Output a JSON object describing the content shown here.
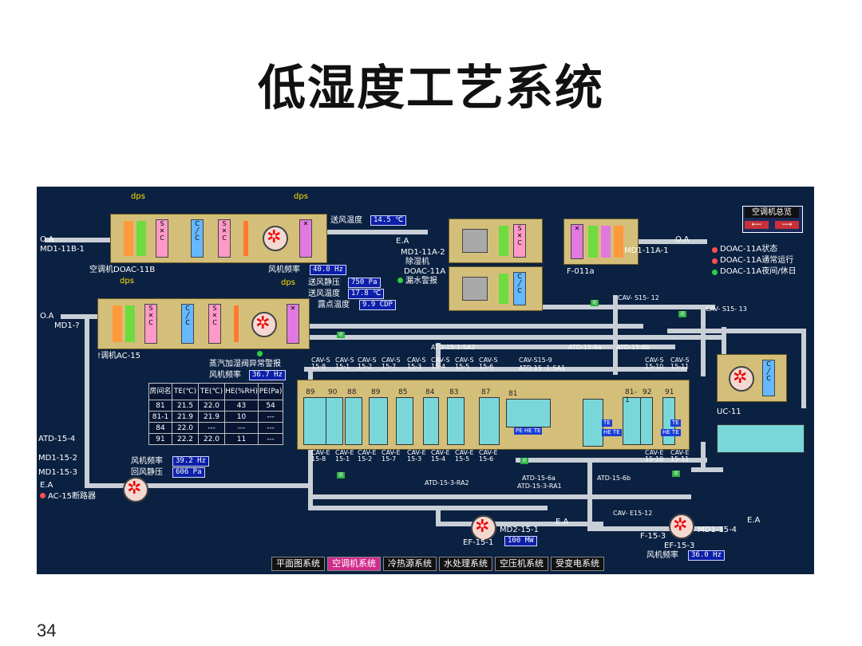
{
  "slide": {
    "title": "低湿度工艺系统",
    "page_number": "34"
  },
  "overview": {
    "title": "空调机总览",
    "left_arrow": "⟵",
    "right_arrow": "⟶"
  },
  "legend": {
    "status": "DOAC-11A状态",
    "normal": "DOAC-11A通常运行",
    "night": "DOAC-11A夜间/休日"
  },
  "labels": {
    "dps1": "dps",
    "dps2": "dps",
    "dps3": "dps",
    "dps4": "dps",
    "oa1": "O.A",
    "md_11b_1": "MD1-11B-1",
    "oa2": "O.A",
    "md_left2": "MD1-?",
    "doac11b": "空调机DOAC-11B",
    "ac15": "!调机AC-15",
    "supply_temp_lbl": "送风温度",
    "fan_freq_lbl": "风机频率",
    "supply_static_lbl": "送风静压",
    "supply_temp2_lbl": "送风温度",
    "dew_lbl": "露点温度",
    "steam_alarm": "蒸汽加湿阀异常警报",
    "fan_freq2_lbl": "风机频率",
    "ea1": "E.A",
    "md11a2": "MD1-11A-2",
    "dehum": "除湿机",
    "doac11a": "DOAC-11A",
    "leak": "漏水警报",
    "md11a1": "MD1-11A-1",
    "oa3": "O.A",
    "f011a": "F-011a",
    "atd15_1_sa2": "ATD-15-1-SA2",
    "atd15_6a": "ATD-15-6a",
    "atd15_6b": "ATD-15-6b",
    "cav_s15_9": "CAV-S15-9",
    "atd15_1_sa1": "ATD-15 -1-SA1",
    "cav_s15_12": "CAV- S15- 12",
    "cav_s15_13": "CAV- S15- 13",
    "uc11": "UC-11",
    "atd15_4": "ATD-15-4",
    "md15_2": "MD1-15-2",
    "md15_3": "MD1-15-3",
    "ea2": "E.A",
    "ac15_alarm": "AC-15断路器",
    "fan_freq3_lbl": "风机频率",
    "return_static_lbl": "回风静压",
    "atd15_3_ra2": "ATD-15-3-RA2",
    "atd15_3_ra1": "ATD-15-3-RA1",
    "atd15_6a_b": "ATD-15-6a",
    "atd15_6b_b": "ATD-15-6b",
    "cav_e15_12": "CAV- E15-12",
    "f15_3": "F-15-3",
    "md2_15_1": "MD2-15-1",
    "ea3": "E.A",
    "ef15_1": "EF-15-1",
    "md1_15_4": "MD1-15-4",
    "ea4": "E.A",
    "ef15_3": "EF-15-3",
    "fan_freq4_lbl": "风机频率"
  },
  "values": {
    "supply_temp": "14.5 ℃",
    "fan_freq": "40.0 Hz",
    "supply_static": "750 Pa",
    "supply_temp2": "17.8 ℃",
    "dew_point": "9.9 CDP",
    "fan_freq2": "36.7 Hz",
    "fan_freq3": "39.2 Hz",
    "return_static": "606 Pa",
    "ef15_1_val": "100 MW",
    "ef15_3_freq": "36.0 Hz"
  },
  "rooms": [
    "89",
    "90",
    "88",
    "89",
    "85",
    "84",
    "83",
    "87",
    "81",
    "",
    "81-1",
    "92",
    "91"
  ],
  "room_table": {
    "headers": [
      "房间名",
      "TE(℃)",
      "TE(℃)",
      "HE(%RH)",
      "PE(Pa)"
    ],
    "rows": [
      [
        "81",
        "21.5",
        "22.0",
        "43",
        "54"
      ],
      [
        "81-1",
        "21.9",
        "21.9",
        "10",
        "---"
      ],
      [
        "84",
        "22.0",
        "---",
        "---",
        "---"
      ],
      [
        "91",
        "22.2",
        "22.0",
        "11",
        "---"
      ]
    ]
  },
  "cav_supply": [
    "CAV-S15-8",
    "CAV-S15-1",
    "CAV-S15-2",
    "CAV-S15-7",
    "CAV-S15-3",
    "CAV-S15-4",
    "CAV-S15-5",
    "CAV-S15-6",
    "CAV-S15-10",
    "CAV-S15-11"
  ],
  "cav_exhaust": [
    "CAV-E15-8",
    "CAV-E15-1",
    "CAV-E15-2",
    "CAV-E15-7",
    "CAV-E15-3",
    "CAV-E15-4",
    "CAV-E15-5",
    "CAV-E15-6",
    "CAV-E15-10",
    "CAV-E15-11"
  ],
  "nav": [
    "平面图系统",
    "空调机系统",
    "冷热源系统",
    "水处理系统",
    "空压机系统",
    "受变电系统"
  ],
  "colors": {
    "background": "#0b2142",
    "accent": "#d02c8c",
    "pipe": "#c9cfd6",
    "unit": "#d4bf7a",
    "room": "#7ad7d9"
  }
}
